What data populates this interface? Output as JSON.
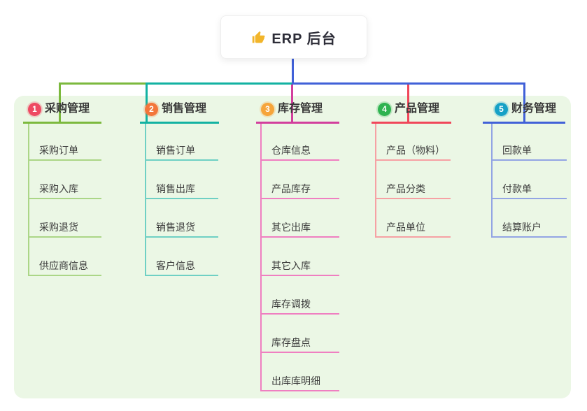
{
  "root": {
    "label": "ERP 后台",
    "icon": "thumbs-up",
    "icon_color": "#f2b52a"
  },
  "canvas": {
    "background": "#ffffff",
    "panel_background": "#ebf7e5",
    "root_stem_color": "#4161d8"
  },
  "branches": [
    {
      "index": "1",
      "label": "采购管理",
      "badge_color": "#ee4a62",
      "line_color": "#7cb93e",
      "child_line_color": "#abd687",
      "children": [
        "采购订单",
        "采购入库",
        "采购退货",
        "供应商信息"
      ]
    },
    {
      "index": "2",
      "label": "销售管理",
      "badge_color": "#f3763b",
      "line_color": "#13b2a2",
      "child_line_color": "#6fd0c4",
      "children": [
        "销售订单",
        "销售出库",
        "销售退货",
        "客户信息"
      ]
    },
    {
      "index": "3",
      "label": "库存管理",
      "badge_color": "#f6a53b",
      "line_color": "#d23f9d",
      "child_line_color": "#ef7fc1",
      "children": [
        "仓库信息",
        "产品库存",
        "其它出库",
        "其它入库",
        "库存调拨",
        "库存盘点",
        "出库库明细"
      ]
    },
    {
      "index": "4",
      "label": "产品管理",
      "badge_color": "#2fb350",
      "line_color": "#f0475a",
      "child_line_color": "#f6a1a4",
      "children": [
        "产品（物料）",
        "产品分类",
        "产品单位"
      ]
    },
    {
      "index": "5",
      "label": "财务管理",
      "badge_color": "#17a1c6",
      "line_color": "#4161d8",
      "child_line_color": "#93a5e4",
      "children": [
        "回款单",
        "付款单",
        "结算账户"
      ]
    }
  ]
}
